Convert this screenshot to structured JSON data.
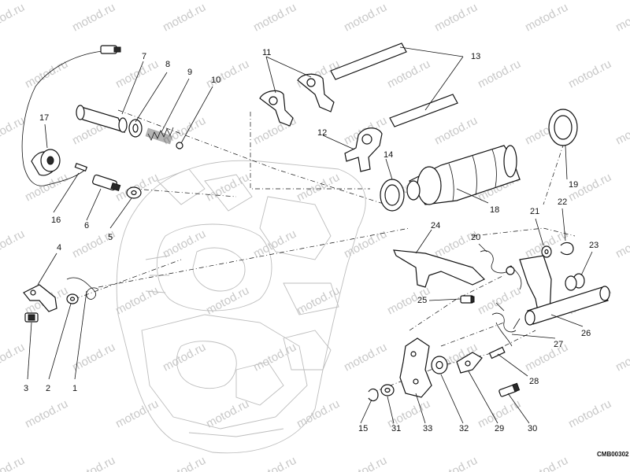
{
  "diagram": {
    "watermark": "motod.ru",
    "code": "CMB00302",
    "callouts": [
      "1",
      "2",
      "3",
      "4",
      "5",
      "6",
      "7",
      "8",
      "9",
      "10",
      "11",
      "12",
      "13",
      "14",
      "15",
      "16",
      "17",
      "18",
      "19",
      "20",
      "21",
      "22",
      "23",
      "24",
      "25",
      "26",
      "27",
      "28",
      "29",
      "30",
      "31",
      "32",
      "33"
    ]
  }
}
